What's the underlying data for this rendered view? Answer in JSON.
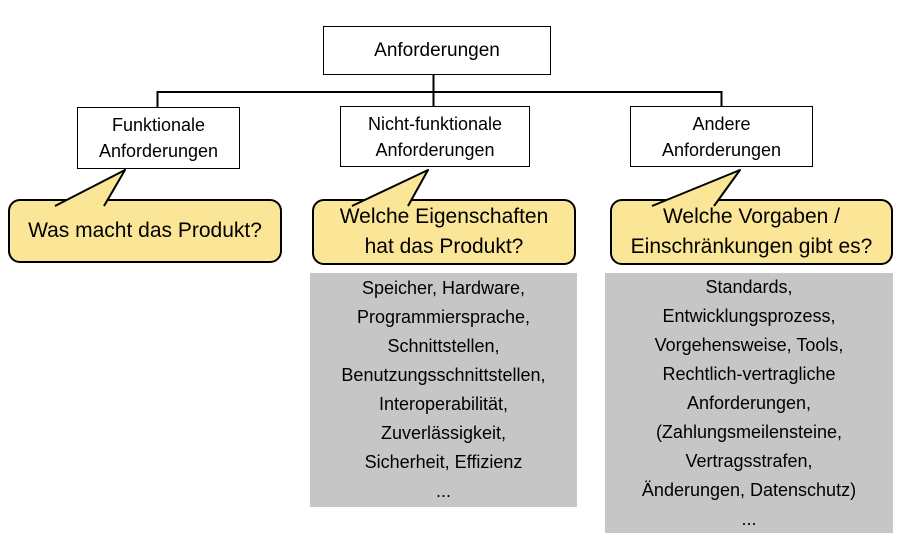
{
  "colors": {
    "bubble-fill": "#FBE596",
    "panel-fill": "#C6C6C6",
    "ink": "#000000",
    "bg": "#FFFFFF"
  },
  "diagram": {
    "root_label": "Anforderungen",
    "branches": [
      {
        "label_lines": [
          "Funktionale",
          "Anforderungen"
        ],
        "question_lines": [
          "Was macht das Produkt?"
        ]
      },
      {
        "label_lines": [
          "Nicht-funktionale",
          "Anforderungen"
        ],
        "question_lines": [
          "Welche Eigenschaften",
          "hat das Produkt?"
        ],
        "details_lines": [
          "Speicher, Hardware,",
          "Programmiersprache,",
          "Schnittstellen,",
          "Benutzungsschnittstellen,",
          "Interoperabilität,",
          "Zuverlässigkeit,",
          "Sicherheit, Effizienz",
          "..."
        ]
      },
      {
        "label_lines": [
          "Andere",
          "Anforderungen"
        ],
        "question_lines": [
          "Welche Vorgaben /",
          "Einschränkungen gibt es?"
        ],
        "details_lines": [
          "Standards,",
          "Entwicklungsprozess,",
          "Vorgehensweise, Tools,",
          "Rechtlich-vertragliche",
          "Anforderungen,",
          "(Zahlungsmeilensteine,",
          "Vertragsstrafen,",
          "Änderungen, Datenschutz)",
          "..."
        ]
      }
    ]
  }
}
